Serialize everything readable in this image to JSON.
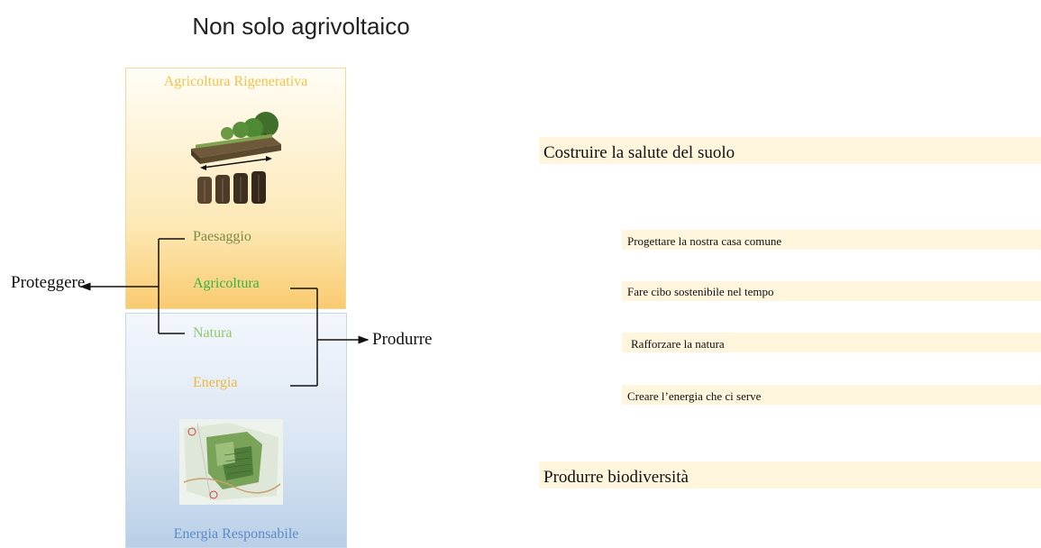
{
  "title": "Non solo agrivoltaico",
  "left_panel": {
    "top_box_title": "Agricoltura Rigenerativa",
    "bottom_box_title": "Energia Responsabile",
    "items": {
      "paesaggio": "Paesaggio",
      "agricoltura": "Agricoltura",
      "natura": "Natura",
      "energia": "Energia"
    },
    "proteggere": "Proteggere",
    "produrre": "Produrre",
    "icons": [
      "soil-profile-icon",
      "site-map-icon"
    ]
  },
  "right_panel": {
    "heading_top": "Costruire la salute del suolo",
    "subitems": [
      "Progettare la nostra casa comune",
      "Fare cibo sostenibile nel tempo",
      "Rafforzare la natura",
      "Creare l’energia che ci serve"
    ],
    "heading_bottom": "Produrre biodiversità"
  },
  "colors": {
    "top_box_title": "#f5c24a",
    "bottom_box_title": "#5b8cc9",
    "paesaggio": "#7b8a47",
    "agricoltura": "#31b447",
    "natura": "#92c76f",
    "energia": "#f0b93c",
    "band": "#fff6dd"
  }
}
